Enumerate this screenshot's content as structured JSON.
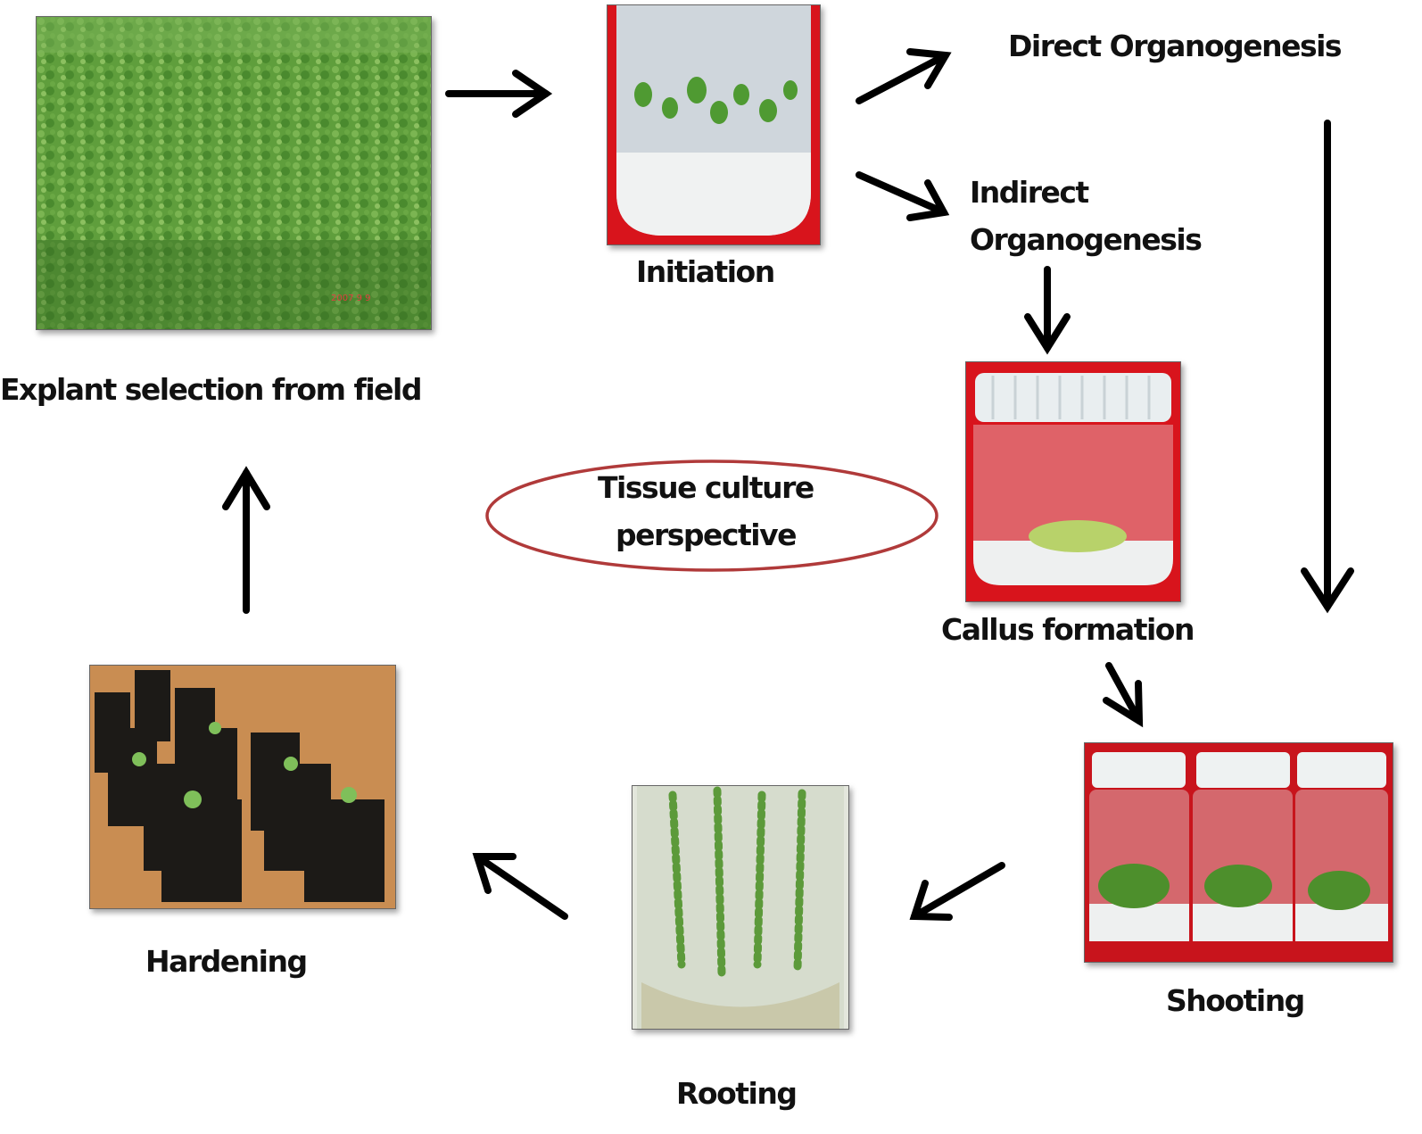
{
  "stages": {
    "explant": "Explant selection from field",
    "initiation": "Initiation",
    "direct": "Direct Organogenesis",
    "indirect_line1": "Indirect",
    "indirect_line2": "Organogenesis",
    "callus": "Callus  formation",
    "shooting": "Shooting",
    "rooting": "Rooting",
    "hardening": "Hardening"
  },
  "center": {
    "line1": "Tissue culture",
    "line2": "perspective"
  },
  "colors": {
    "arrow": "#000000",
    "ellipse_stroke": "#b03a3a",
    "red_backdrop": "#d8141c",
    "foliage": "#5c9a3a",
    "soil": "#c48a4e"
  }
}
